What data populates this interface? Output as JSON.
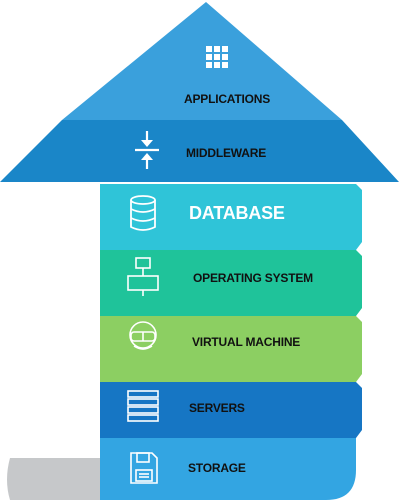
{
  "colors": {
    "applications": "#3aa0dc",
    "middleware": "#1a86c8",
    "database": "#2fc4d8",
    "operating_system": "#1fc39a",
    "virtual_machine": "#8ccf62",
    "servers": "#1676c4",
    "storage": "#33a5e2",
    "curl": "#c6c8ca"
  },
  "layers": [
    {
      "id": "applications",
      "label": "APPLICATIONS",
      "icon": "grid-icon"
    },
    {
      "id": "middleware",
      "label": "MIDDLEWARE",
      "icon": "compress-arrows-icon"
    },
    {
      "id": "database",
      "label": "DATABASE",
      "icon": "database-icon"
    },
    {
      "id": "operating_system",
      "label": "OPERATING SYSTEM",
      "icon": "flowchart-icon"
    },
    {
      "id": "virtual_machine",
      "label": "VIRTUAL MACHINE",
      "icon": "vr-headset-icon"
    },
    {
      "id": "servers",
      "label": "SERVERS",
      "icon": "server-rack-icon"
    },
    {
      "id": "storage",
      "label": "STORAGE",
      "icon": "floppy-disk-icon"
    }
  ]
}
